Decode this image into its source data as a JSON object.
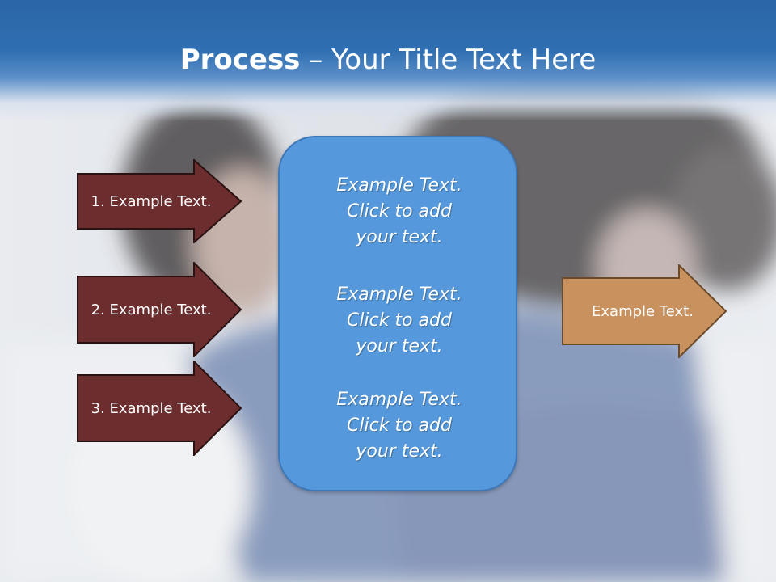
{
  "slide": {
    "title_bold": "Process",
    "title_rest": " – Your Title Text Here"
  },
  "left_arrows": [
    {
      "label": "1. Example Text."
    },
    {
      "label": "2. Example Text."
    },
    {
      "label": "3. Example Text."
    }
  ],
  "center_box": {
    "paragraphs": [
      {
        "line1": "Example Text.",
        "line2": "Click  to add",
        "line3": "your text."
      },
      {
        "line1": "Example Text.",
        "line2": "Click  to add",
        "line3": "your text."
      },
      {
        "line1": "Example Text.",
        "line2": "Click  to add",
        "line3": "your text."
      }
    ]
  },
  "right_arrow": {
    "label": "Example Text."
  },
  "colors": {
    "title_band": "#2f6fb2",
    "left_arrow_fill": "#6b2d2d",
    "center_box_fill": "#5599dc",
    "right_arrow_fill": "#c8915e"
  },
  "background": {
    "image": "blurred photo of two people hugging"
  }
}
